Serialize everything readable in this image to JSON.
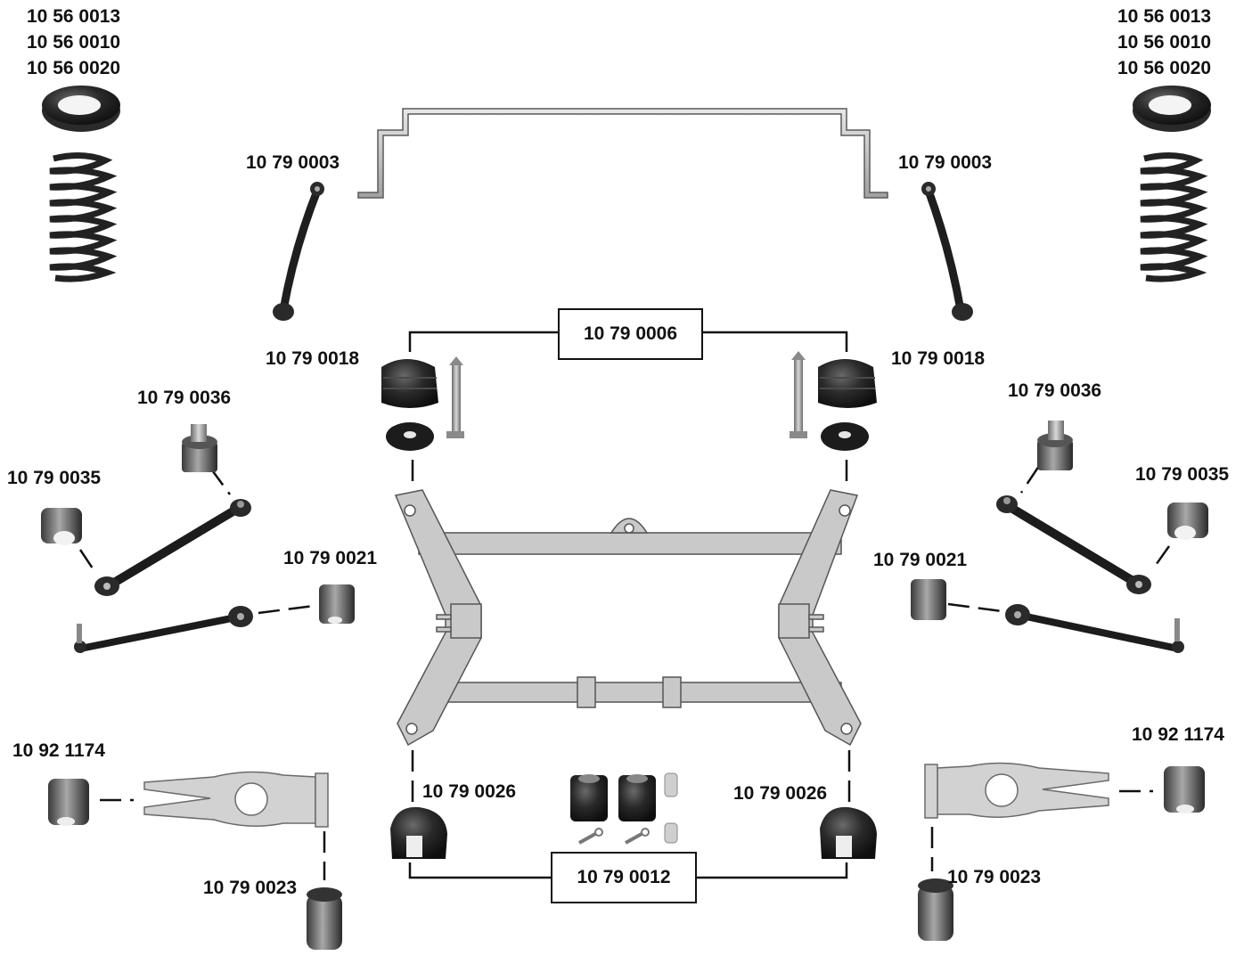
{
  "colors": {
    "frame": "#c9c9c9",
    "frame_stroke": "#555555",
    "rubber": "#1e1e1e",
    "metal": "#9a9a9a",
    "label": "#111111"
  },
  "labels": {
    "spring_parts_left": [
      "10 56 0013",
      "10 56 0010",
      "10 56 0020"
    ],
    "spring_parts_right": [
      "10 56 0013",
      "10 56 0010",
      "10 56 0020"
    ],
    "link_left": "10 79 0003",
    "link_right": "10 79 0003",
    "mount_group_top": "10 79 0006",
    "mount_left": "10 79 0018",
    "mount_right": "10 79 0018",
    "bush_left_36": "10 79 0036",
    "bush_right_36": "10 79 0036",
    "bush_left_35": "10 79 0035",
    "bush_right_35": "10 79 0035",
    "bush_left_21": "10 79 0021",
    "bush_right_21": "10 79 0021",
    "bush_left_1174": "10 92 1174",
    "bush_right_1174": "10 92 1174",
    "rear_mount_left": "10 79 0026",
    "rear_mount_right": "10 79 0026",
    "mount_group_bottom": "10 79 0012",
    "bush_left_23": "10 79 0023",
    "bush_right_23": "10 79 0023"
  }
}
